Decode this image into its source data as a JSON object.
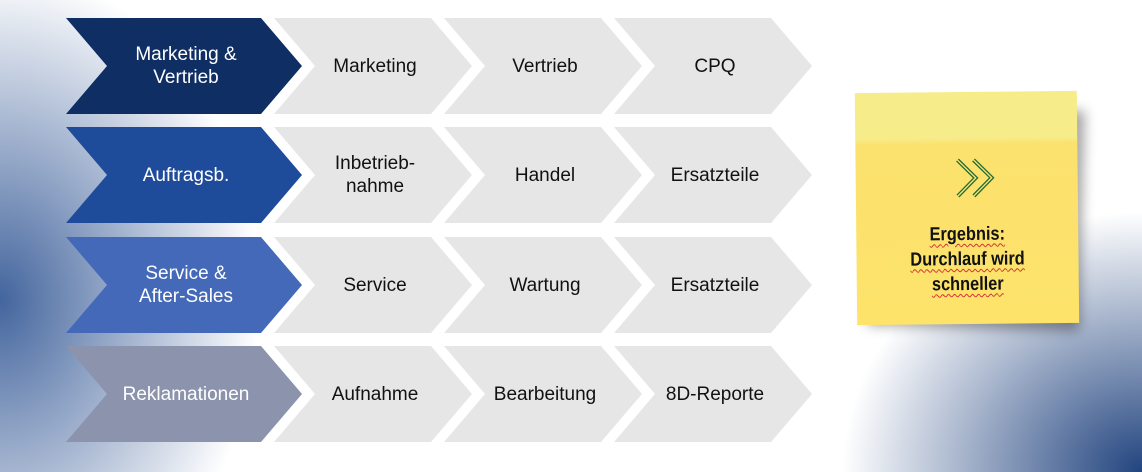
{
  "rows": [
    {
      "head_lines": [
        "Marketing &",
        "Vertrieb"
      ],
      "steps": [
        [
          "Marketing"
        ],
        [
          "Vertrieb"
        ],
        [
          "CPQ"
        ]
      ],
      "color": "#0f2e63"
    },
    {
      "head_lines": [
        "Auftragsb."
      ],
      "steps": [
        [
          "Inbetrieb-",
          "nahme"
        ],
        [
          "Handel"
        ],
        [
          "Ersatzteile"
        ]
      ],
      "color": "#1f4c9a"
    },
    {
      "head_lines": [
        "Service &",
        "After-Sales"
      ],
      "steps": [
        [
          "Service"
        ],
        [
          "Wartung"
        ],
        [
          "Ersatzteile"
        ]
      ],
      "color": "#4469b8"
    },
    {
      "head_lines": [
        "Reklamationen"
      ],
      "steps": [
        [
          "Aufnahme"
        ],
        [
          "Bearbeitung"
        ],
        [
          "8D-Reporte"
        ]
      ],
      "color": "#8c93ac"
    }
  ],
  "note": {
    "icon": "double-chevron-right-icon",
    "line1": "Ergebnis:",
    "line2": "Durchlauf wird",
    "line3": "schneller",
    "color": "#fde36a"
  }
}
